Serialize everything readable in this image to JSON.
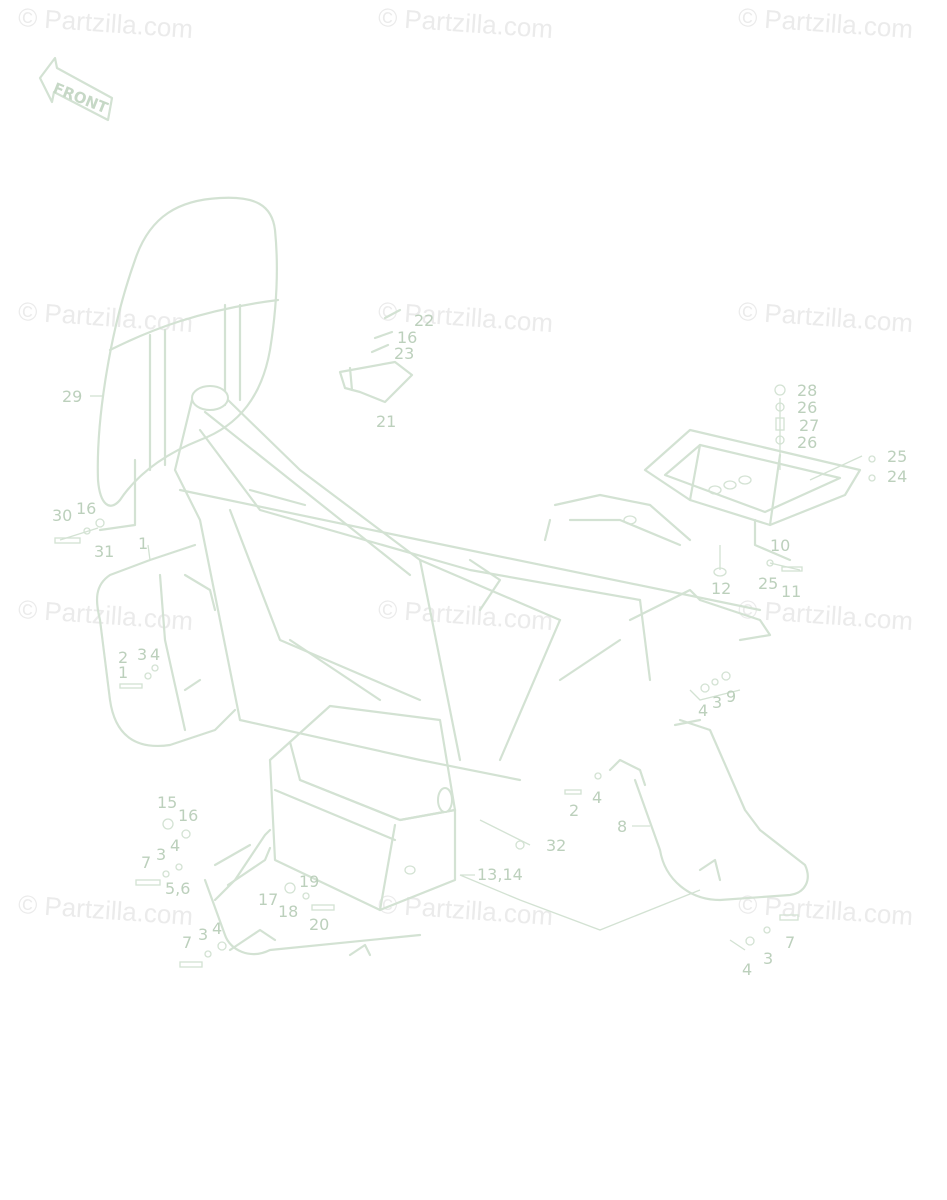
{
  "watermark_text": "© Partzilla.com",
  "front_label": "FRONT",
  "callouts": [
    {
      "id": "c22a",
      "text": "22"
    },
    {
      "id": "c16a",
      "text": "16"
    },
    {
      "id": "c23",
      "text": "23"
    },
    {
      "id": "c21",
      "text": "21"
    },
    {
      "id": "c29",
      "text": "29"
    },
    {
      "id": "c30",
      "text": "30"
    },
    {
      "id": "c16b",
      "text": "16"
    },
    {
      "id": "c31",
      "text": "31"
    },
    {
      "id": "c1a",
      "text": "1"
    },
    {
      "id": "c28",
      "text": "28"
    },
    {
      "id": "c26a",
      "text": "26"
    },
    {
      "id": "c27",
      "text": "27"
    },
    {
      "id": "c26b",
      "text": "26"
    },
    {
      "id": "c25a",
      "text": "25"
    },
    {
      "id": "c24",
      "text": "24"
    },
    {
      "id": "c10",
      "text": "10"
    },
    {
      "id": "c12",
      "text": "12"
    },
    {
      "id": "c25b",
      "text": "25"
    },
    {
      "id": "c11",
      "text": "11"
    },
    {
      "id": "c2a",
      "text": "2"
    },
    {
      "id": "c1b",
      "text": "1"
    },
    {
      "id": "c3a",
      "text": "3"
    },
    {
      "id": "c4a",
      "text": "4"
    },
    {
      "id": "c4b",
      "text": "4"
    },
    {
      "id": "c3b",
      "text": "3"
    },
    {
      "id": "c9",
      "text": "9"
    },
    {
      "id": "c2b",
      "text": "2"
    },
    {
      "id": "c4c",
      "text": "4"
    },
    {
      "id": "c8",
      "text": "8"
    },
    {
      "id": "c32",
      "text": "32"
    },
    {
      "id": "c15",
      "text": "15"
    },
    {
      "id": "c16c",
      "text": "16"
    },
    {
      "id": "c7a",
      "text": "7"
    },
    {
      "id": "c3c",
      "text": "3"
    },
    {
      "id": "c4d",
      "text": "4"
    },
    {
      "id": "c56",
      "text": "5,6"
    },
    {
      "id": "c1314",
      "text": "13,14"
    },
    {
      "id": "c19",
      "text": "19"
    },
    {
      "id": "c17",
      "text": "17"
    },
    {
      "id": "c18",
      "text": "18"
    },
    {
      "id": "c20",
      "text": "20"
    },
    {
      "id": "c7b",
      "text": "7"
    },
    {
      "id": "c3d",
      "text": "3"
    },
    {
      "id": "c4e",
      "text": "4"
    },
    {
      "id": "c7c",
      "text": "7"
    },
    {
      "id": "c4f",
      "text": "4"
    },
    {
      "id": "c3e",
      "text": "3"
    }
  ]
}
